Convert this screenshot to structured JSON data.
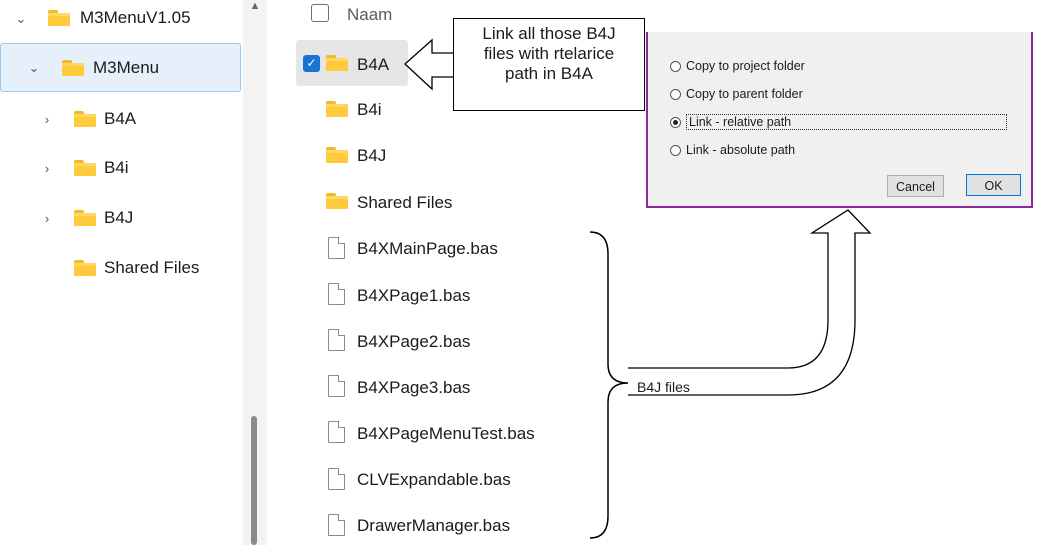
{
  "tree": {
    "items": [
      {
        "label": "M3MenuV1.05",
        "chevron": "⌄",
        "selected": false
      },
      {
        "label": "M3Menu",
        "chevron": "⌄",
        "selected": true
      },
      {
        "label": "B4A",
        "chevron": "›",
        "selected": false
      },
      {
        "label": "B4i",
        "chevron": "›",
        "selected": false
      },
      {
        "label": "B4J",
        "chevron": "›",
        "selected": false
      },
      {
        "label": "Shared Files",
        "chevron": "",
        "selected": false
      }
    ]
  },
  "list": {
    "header_name": "Naam",
    "folders": [
      "B4A",
      "B4i",
      "B4J",
      "Shared Files"
    ],
    "files": [
      "B4XMainPage.bas",
      "B4XPage1.bas",
      "B4XPage2.bas",
      "B4XPage3.bas",
      "B4XPageMenuTest.bas",
      "CLVExpandable.bas",
      "DrawerManager.bas"
    ]
  },
  "dialog": {
    "options": [
      {
        "label": "Copy to project folder",
        "selected": false
      },
      {
        "label": "Copy to parent folder",
        "selected": false
      },
      {
        "label": "Link - relative path",
        "selected": true
      },
      {
        "label": "Link - absolute path",
        "selected": false
      }
    ],
    "cancel_label": "Cancel",
    "ok_label": "OK"
  },
  "annotations": {
    "callout_line1": "Link all those B4J",
    "callout_line2": "files with rtelarice",
    "callout_line3": "path in B4A",
    "brace_label": "B4J files"
  },
  "colors": {
    "accent": "#1a73d1",
    "selection": "#e5f0fb",
    "folder": "#ffcb3d",
    "dialog_border": "#8a2b9b"
  }
}
